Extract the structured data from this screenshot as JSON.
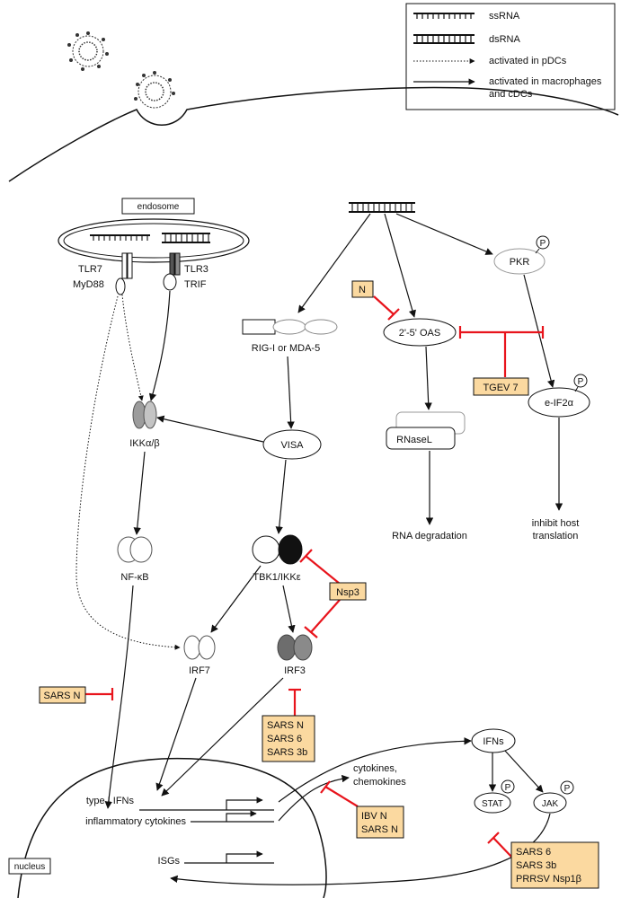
{
  "legend": {
    "ssrna": "ssRNA",
    "dsrna": "dsRNA",
    "pdc": "activated in pDCs",
    "mac_line1": "activated in macrophages",
    "mac_line2": "and cDCs"
  },
  "endosome": {
    "title": "endosome",
    "tlr7": "TLR7",
    "myd88": "MyD88",
    "tlr3": "TLR3",
    "trif": "TRIF"
  },
  "nodes": {
    "ikk": "IKKα/β",
    "nfkb": "NF-κB",
    "rig": "RIG-I or MDA-5",
    "visa": "VISA",
    "tbk": "TBK1/IKKε",
    "irf7": "IRF7",
    "irf3": "IRF3",
    "oas": "2'-5' OAS",
    "rnasel": "RNaseL",
    "rna_deg": "RNA degradation",
    "pkr": "PKR",
    "eif": "e-IF2α",
    "inhibit_line1": "inhibit host",
    "inhibit_line2": "translation",
    "ifns": "IFNs",
    "stat": "STAT",
    "jak": "JAK",
    "phospho": "P",
    "cyt_line1": "cytokines,",
    "cyt_line2": "chemokines",
    "type1": "type I IFNs",
    "inflam": "inflammatory cytokines",
    "isgs": "ISGs",
    "nucleus": "nucleus"
  },
  "inhibitors": {
    "n": "N",
    "tgev7": "TGEV 7",
    "nsp3": "Nsp3",
    "sars_n_left": "SARS N",
    "irf3_box": [
      "SARS N",
      "SARS 6",
      "SARS 3b"
    ],
    "ibv_box": [
      "IBV N",
      "SARS N"
    ],
    "stat_box": [
      "SARS 6",
      "SARS 3b",
      "PRRSV Nsp1β"
    ]
  },
  "colors": {
    "inhibitor_box": "#fbd9a0",
    "inhibitor_line": "#e8141c",
    "dark_gray": "#6d6d6d",
    "mid_gray": "#a0a0a0"
  }
}
